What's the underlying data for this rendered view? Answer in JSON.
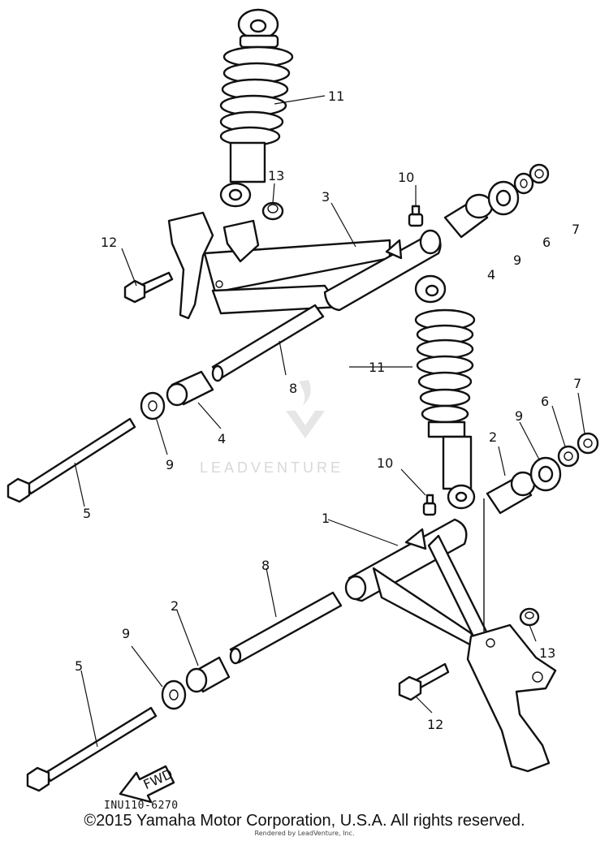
{
  "diagram": {
    "code": "INU110-6270",
    "fwd_label": "FWD",
    "callouts": {
      "c11_top": "11",
      "c13_top": "13",
      "c10_top": "10",
      "c3": "3",
      "c12_top": "12",
      "c4_right": "4",
      "c9_right": "9",
      "c6_right": "6",
      "c7_right": "7",
      "c11_mid": "11",
      "c8_upper": "8",
      "c4_left": "4",
      "c9_left": "9",
      "c5_upper": "5",
      "c7_mid": "7",
      "c6_mid": "6",
      "c9_mid": "9",
      "c2_right": "2",
      "c10_mid": "10",
      "c1": "1",
      "c8_lower": "8",
      "c2_lower": "2",
      "c9_lower": "9",
      "c5_lower": "5",
      "c13_lower": "13",
      "c12_lower": "12"
    }
  },
  "watermark": {
    "brand": "LEADVENTURE"
  },
  "footer": {
    "copyright": "©2015 Yamaha Motor Corporation, U.S.A. All rights reserved.",
    "rendered_by": "Rendered by LeadVenture, Inc."
  }
}
